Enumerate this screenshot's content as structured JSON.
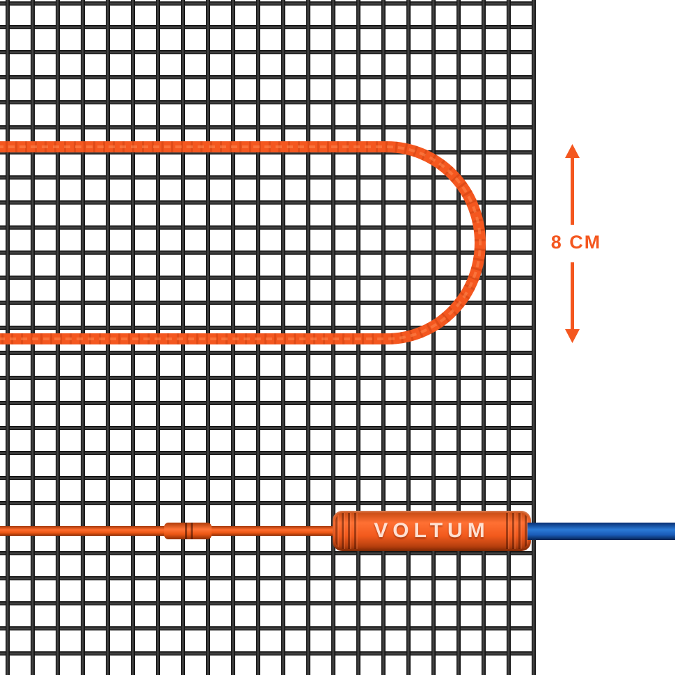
{
  "diagram": {
    "dimension_label": "8 CM",
    "brand_label": "VOLTUM"
  },
  "colors": {
    "cable_orange": "#F4571F",
    "cable_orange_dark": "#C63F0E",
    "mesh_dark": "#1C1C1C",
    "lead_blue": "#1565C0",
    "background": "#FFFFFF"
  },
  "icons": {
    "dimension_arrow": "double-headed-vertical-arrow"
  }
}
